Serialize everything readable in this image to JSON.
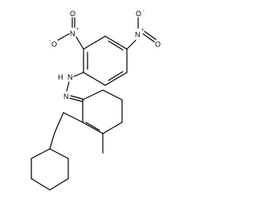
{
  "molecule": {
    "atom_labels": {
      "nitro_top_N": "N",
      "nitro_top_O_left": "O",
      "nitro_top_O_right": "O",
      "nitro_right_N": "N",
      "nitro_right_O_top": "O",
      "nitro_right_O_bottom": "O",
      "hydrazine_NH": "N",
      "hydrazine_H": "H",
      "hydrazone_N": "N"
    },
    "charges": {
      "plus": "+",
      "minus": "-"
    }
  }
}
